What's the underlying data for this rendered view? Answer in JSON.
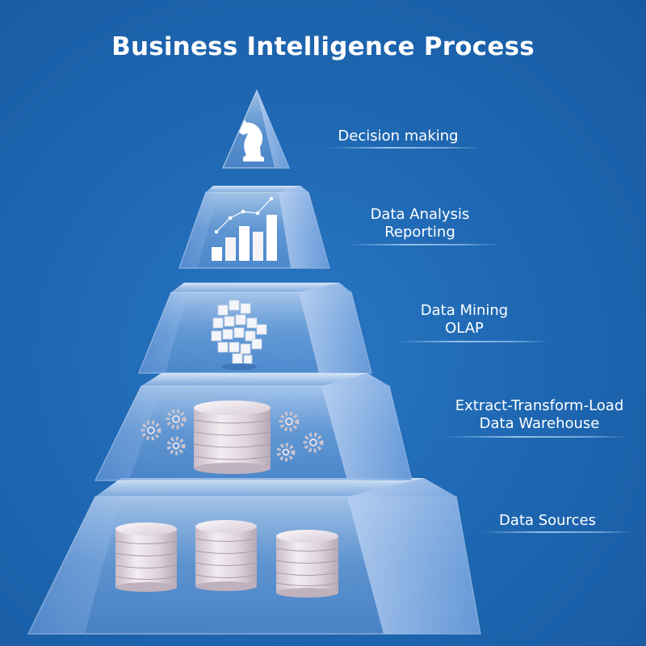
{
  "title": "Business Intelligence Process",
  "levels": [
    {
      "lines": [
        "Decision making"
      ],
      "icon": "chess-knight-icon"
    },
    {
      "lines": [
        "Data Analysis",
        "Reporting"
      ],
      "icon": "bar-chart-icon"
    },
    {
      "lines": [
        "Data Mining",
        "OLAP"
      ],
      "icon": "cube-icon"
    },
    {
      "lines": [
        "Extract-Transform-Load",
        "Data  Warehouse"
      ],
      "icon": "database-with-gears-icon"
    },
    {
      "lines": [
        "Data Sources"
      ],
      "icon": "databases-icon"
    }
  ],
  "colors": {
    "background": "#1f65b0",
    "text": "#ffffff",
    "glass": "#a9c8ee",
    "cylinder": "#e6dde4"
  }
}
